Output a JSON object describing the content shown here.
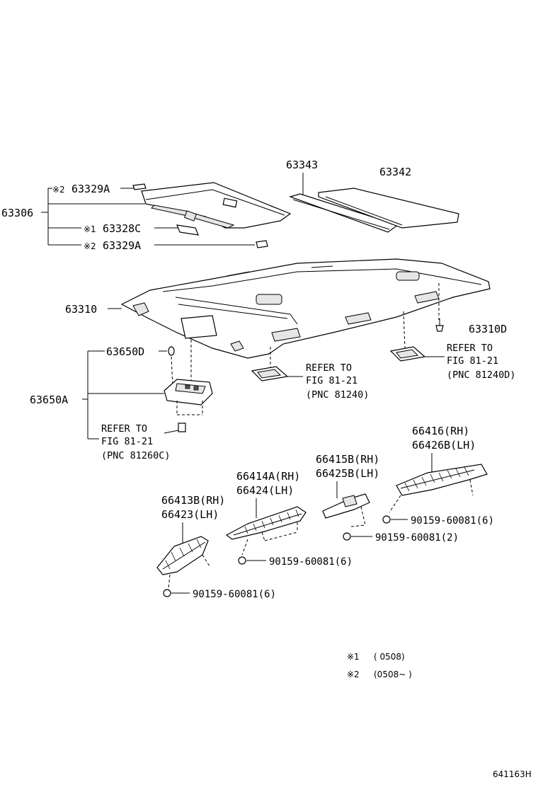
{
  "labels": {
    "p63306": "63306",
    "p63329a_top": "63329A",
    "p63328c": "63328C",
    "p63329a_bottom": "63329A",
    "mark2": "※2",
    "mark1": "※1",
    "p63343": "63343",
    "p63342": "63342",
    "p63310": "63310",
    "p63310d": "63310D",
    "p63650d": "63650D",
    "p63650a": "63650A",
    "p66416": "66416(RH)",
    "p66426b": "66426B(LH)",
    "p66415b": "66415B(RH)",
    "p66425b": "66425B(LH)",
    "p66414a": "66414A(RH)",
    "p66424": "66424(LH)",
    "p66413b": "66413B(RH)",
    "p66423": "66423(LH)",
    "bolt_6a": "90159-60081(6)",
    "bolt_2": "90159-60081(2)",
    "bolt_6b": "90159-60081(6)",
    "bolt_6c": "90159-60081(6)"
  },
  "refs": {
    "ref1": [
      "REFER TO",
      "FIG 81-21",
      "(PNC 81240D)"
    ],
    "ref2": [
      "REFER TO",
      "FIG 81-21",
      "(PNC 81240)"
    ],
    "ref3": [
      "REFER TO",
      "FIG 81-21",
      "(PNC 81260C)"
    ]
  },
  "legend": {
    "l1_mark": "※1",
    "l1_text": "(      0508)",
    "l2_mark": "※2",
    "l2_text": "(0508~      )"
  },
  "code": "641163H"
}
